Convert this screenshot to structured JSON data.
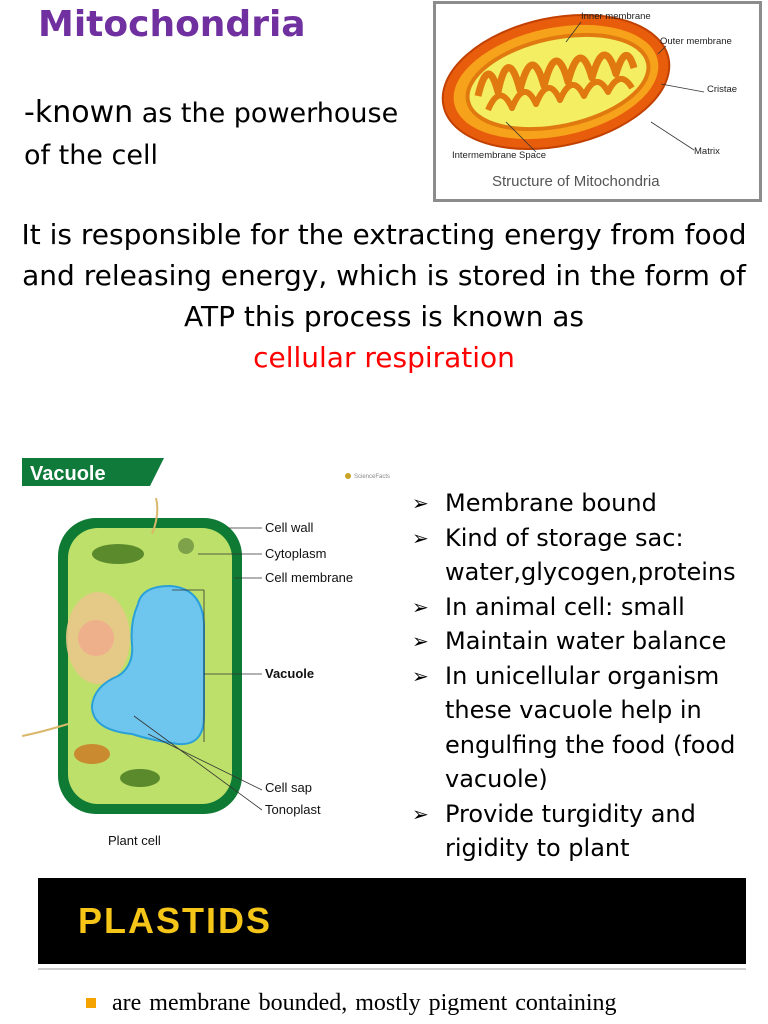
{
  "title": "Mitochondria",
  "intro": {
    "prefix": "-known",
    "rest_line1": " as the powerhouse",
    "line2": "of the cell"
  },
  "mito_diagram": {
    "labels": {
      "inner": "Inner membrane",
      "outer": "Outer membrane",
      "cristae": "Cristae",
      "intermembrane": "Intermembrane Space",
      "matrix": "Matrix"
    },
    "caption": "Structure of Mitochondria"
  },
  "paragraph": {
    "line1": "It is responsible for the extracting energy from food",
    "line2": "and releasing energy, which is stored in the form of",
    "line3": "ATP  this process is known as",
    "highlight": "cellular respiration"
  },
  "vacuole_diagram": {
    "header": "Vacuole",
    "brand": "ScienceFacts",
    "labels": {
      "cell_wall": "Cell wall",
      "cytoplasm": "Cytoplasm",
      "cell_membrane": "Cell membrane",
      "vacuole": "Vacuole",
      "cell_sap": "Cell sap",
      "tonoplast": "Tonoplast"
    },
    "caption": "Plant cell"
  },
  "bullets": [
    "Membrane bound",
    "Kind of storage sac: water,glycogen,proteins",
    "In animal cell: small",
    "Maintain water balance",
    "In unicellular organism these vacuole help in engulfing the food (food vacuole)",
    "Provide turgidity and rigidity to plant"
  ],
  "plastids": {
    "title": "PLASTIDS",
    "text": "are membrane bounded, mostly  pigment  containing"
  },
  "colors": {
    "title": "#7030a0",
    "highlight": "#ff0000",
    "banner": "#000000",
    "banner_text": "#f5c518"
  }
}
